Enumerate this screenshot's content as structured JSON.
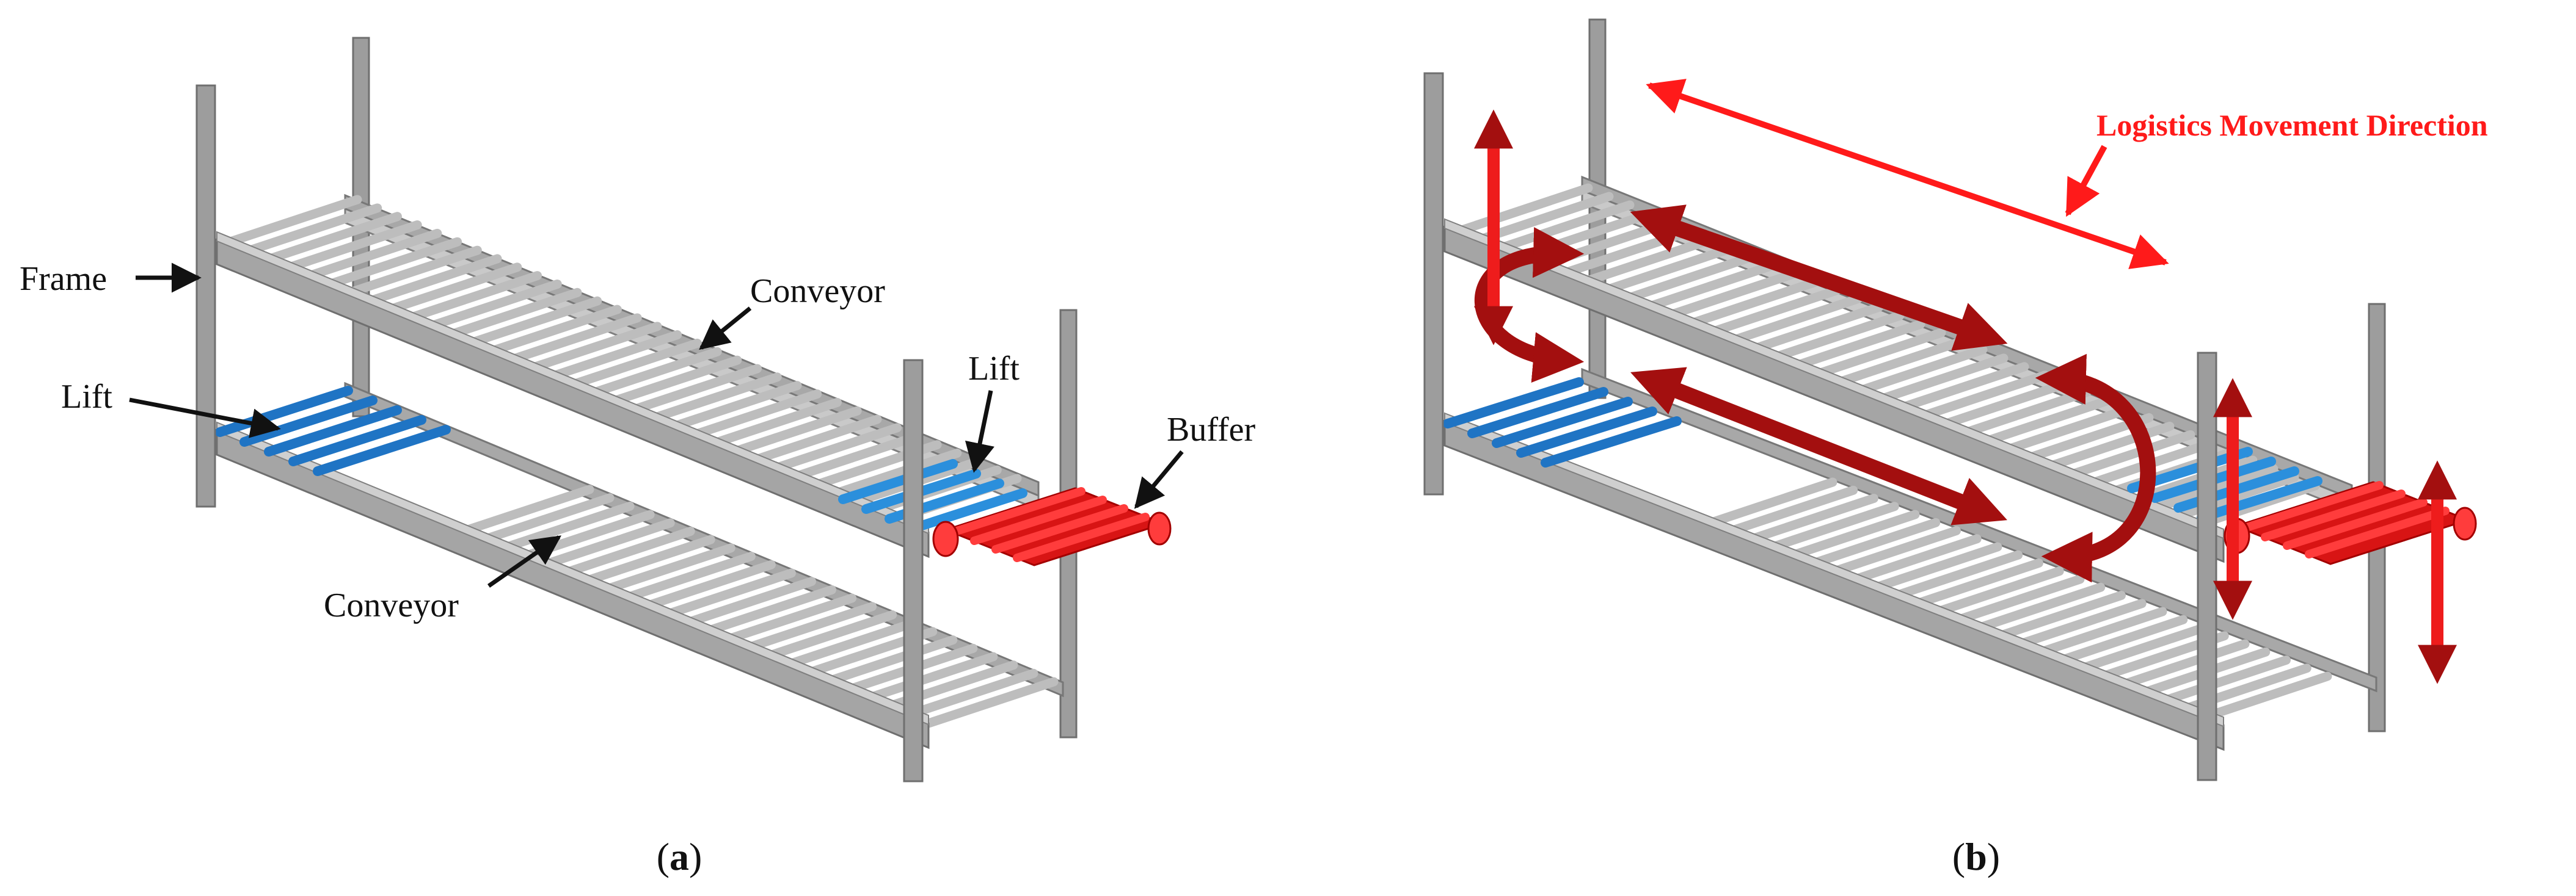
{
  "panel_a": {
    "caption_letter": "a",
    "labels": {
      "frame": "Frame",
      "conveyor_top": "Conveyor",
      "lift_left": "Lift",
      "lift_right": "Lift",
      "buffer": "Buffer",
      "conveyor_bottom": "Conveyor"
    }
  },
  "panel_b": {
    "caption_letter": "b",
    "direction_label": "Logistics Movement Direction"
  },
  "colors": {
    "frame": "#9d9d9d",
    "roller": "#c4c4c4",
    "lift": "#2b8fdc",
    "buffer": "#ee1c1c",
    "movement_arrow": "#a30f0f",
    "label_red": "#ff1a1a",
    "text": "#111111"
  }
}
